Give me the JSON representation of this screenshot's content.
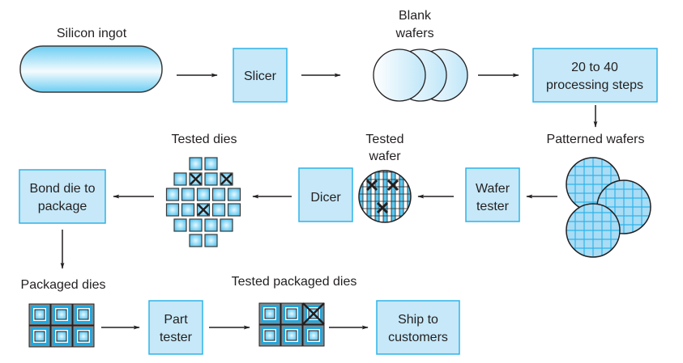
{
  "title": "Chip manufacturing process",
  "colors": {
    "box_fill": "#c6e8f8",
    "box_stroke": "#2fb4e9",
    "die_fill": "#5cc8f0",
    "die_highlight": "#e6f7fd",
    "outline": "#231f20",
    "text": "#231f20"
  },
  "labels": {
    "silicon_ingot": "Silicon ingot",
    "blank_wafers": [
      "Blank",
      "wafers"
    ],
    "patterned_wafers": "Patterned wafers",
    "tested_wafer": [
      "Tested",
      "wafer"
    ],
    "tested_dies": "Tested dies",
    "packaged_dies": "Packaged dies",
    "tested_packaged_dies": "Tested packaged dies"
  },
  "boxes": {
    "slicer": [
      "Slicer"
    ],
    "processing": [
      "20 to 40",
      "processing steps"
    ],
    "wafer_tester": [
      "Wafer",
      "tester"
    ],
    "dicer": [
      "Dicer"
    ],
    "bond": [
      "Bond die to",
      "package"
    ],
    "part_tester": [
      "Part",
      "tester"
    ],
    "ship": [
      "Ship to",
      "customers"
    ]
  },
  "tested_dies": {
    "rows": [
      2,
      4,
      5,
      5,
      4,
      2
    ],
    "failed": [
      [
        1,
        1
      ],
      [
        1,
        3
      ],
      [
        3,
        2
      ]
    ]
  },
  "packaged_dies": {
    "rows": 2,
    "cols": 3,
    "failed": []
  },
  "tested_packaged_dies": {
    "rows": 2,
    "cols": 3,
    "failed": [
      [
        0,
        2
      ]
    ]
  },
  "tested_wafer_failed_marks": 3
}
